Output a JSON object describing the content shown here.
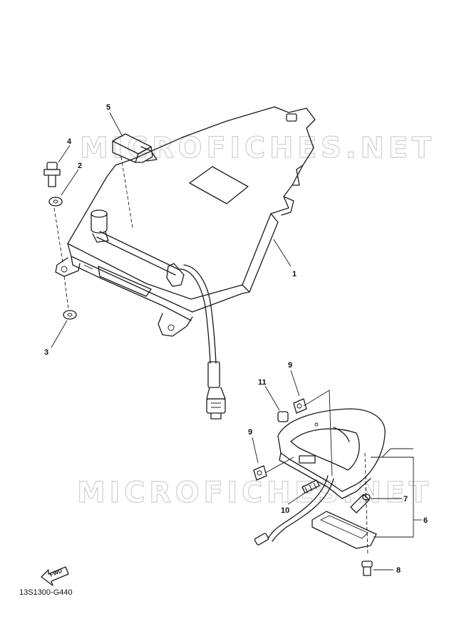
{
  "watermark": "MICROFICHES.NET",
  "diagram_code": "13S1300-G440",
  "fwd_label": "FWD",
  "callouts": {
    "c1": "1",
    "c2": "2",
    "c3": "3",
    "c4": "4",
    "c5": "5",
    "c6": "6",
    "c7": "7",
    "c8": "8",
    "c9a": "9",
    "c9b": "9",
    "c10": "10",
    "c11": "11"
  }
}
